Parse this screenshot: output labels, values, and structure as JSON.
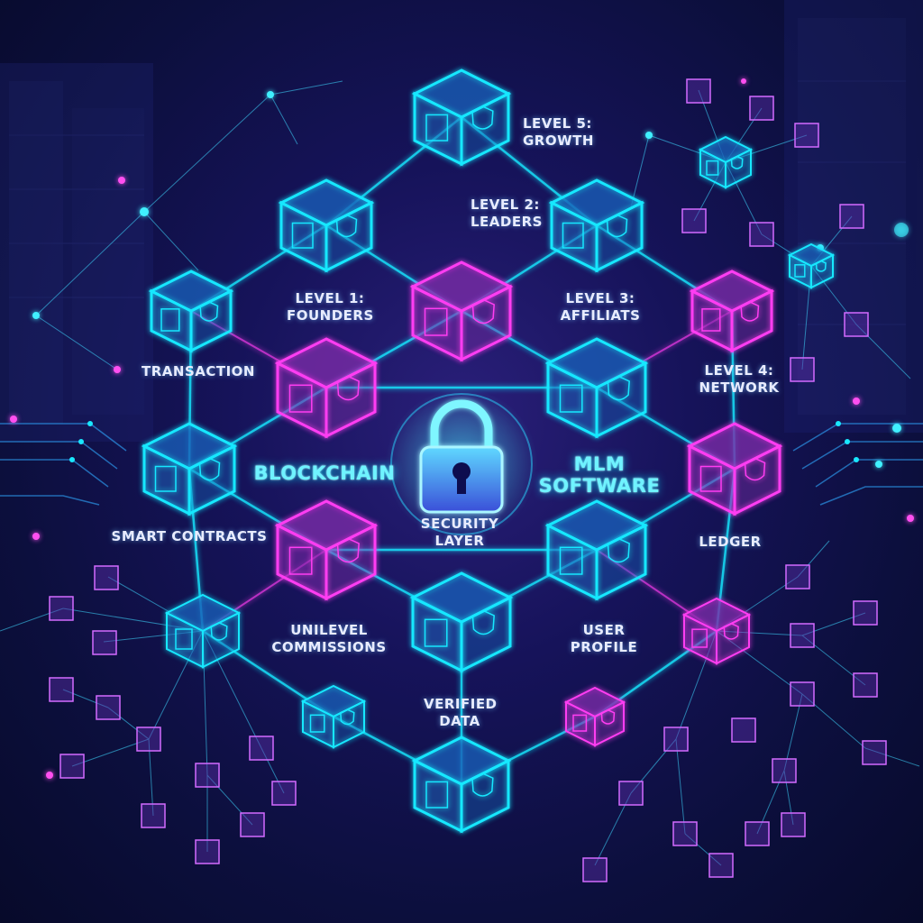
{
  "center": {
    "left_title": "BLOCKCHAIN",
    "right_title": "MLM SOFTWARE",
    "lock_label": "SECURITY LAYER"
  },
  "labels": {
    "level5": "LEVEL 5: GROWTH",
    "level2": "LEVEL 2: LEADERS",
    "level1": "LEVEL 1: FOUNDERS",
    "level3": "LEVEL 3: AFFILIATS",
    "level4": "LEVEL 4: NETWORK",
    "transaction": "TRANSACTION",
    "smart_contracts": "SMART CONTRACTS",
    "ledger": "LEDGER",
    "unilevel": "UNILEVEL COMMISSIONS",
    "user_profile": "USER PROFILE",
    "verified_data": "VERIFIED DATA"
  },
  "colors": {
    "cyan": "#19e8ff",
    "magenta": "#ff3df2",
    "background": "#0c0f3d"
  },
  "icons": [
    "lock-icon",
    "shield-icon",
    "key-icon",
    "document-icon",
    "database-icon",
    "user-icon",
    "org-chart-icon",
    "checkmark-icon",
    "padlock-icon"
  ]
}
